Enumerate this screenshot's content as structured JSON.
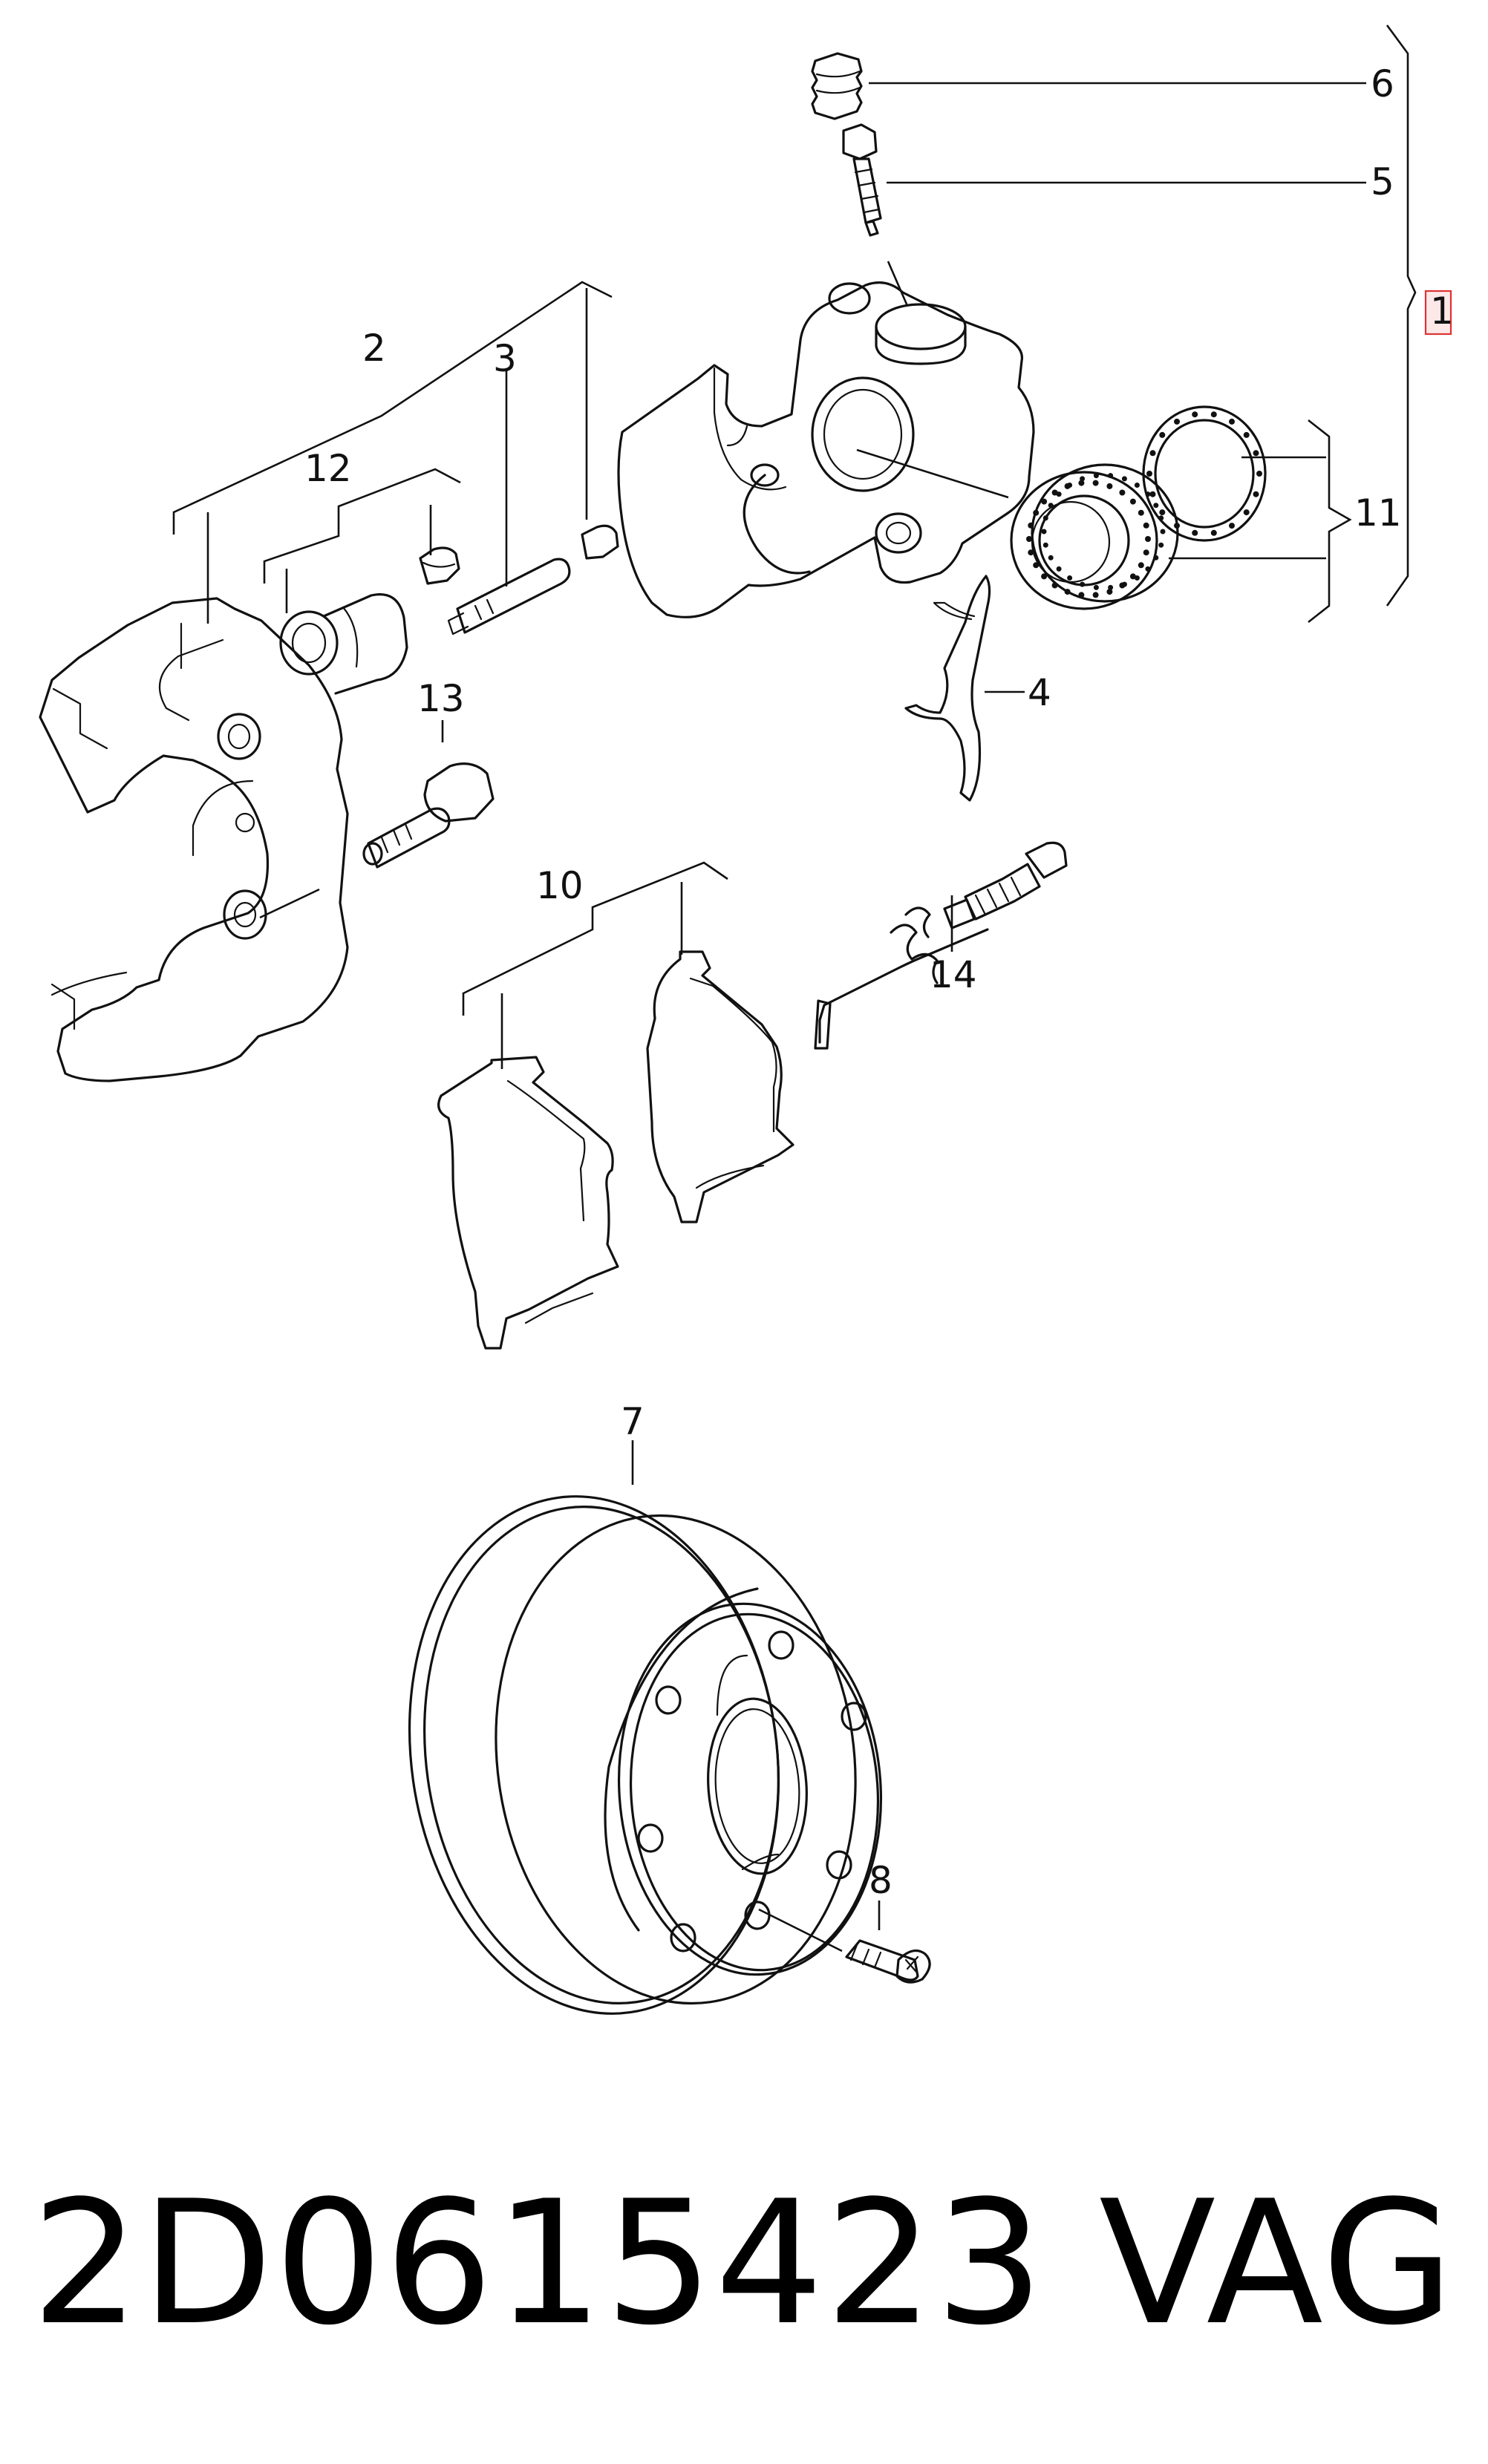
{
  "callouts": {
    "c1": "1",
    "c2": "2",
    "c3": "3",
    "c4": "4",
    "c5": "5",
    "c6": "6",
    "c7": "7",
    "c8": "8",
    "c10": "10",
    "c11": "11",
    "c12": "12",
    "c13": "13",
    "c14": "14"
  },
  "footer": {
    "part_number": "2D0615423",
    "brand": "VAG"
  }
}
